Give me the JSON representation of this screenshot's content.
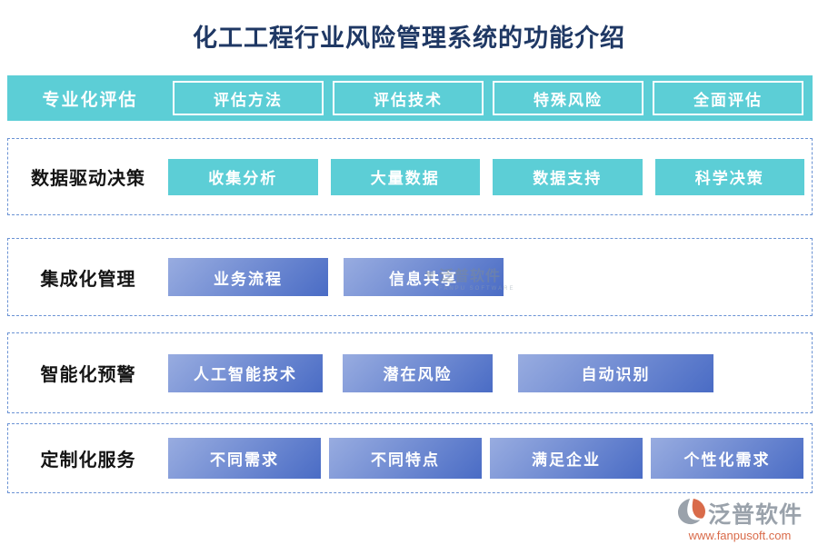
{
  "title": "化工工程行业风险管理系统的功能介绍",
  "banner": {
    "label": "专业化评估",
    "buttons": [
      "评估方法",
      "评估技术",
      "特殊风险",
      "全面评估"
    ]
  },
  "sections": [
    {
      "label": "数据驱动决策",
      "buttons": [
        "收集分析",
        "大量数据",
        "数据支持",
        "科学决策"
      ]
    },
    {
      "label": "集成化管理",
      "buttons": [
        "业务流程",
        "信息共享"
      ]
    },
    {
      "label": "智能化预警",
      "buttons": [
        "人工智能技术",
        "潜在风险",
        "自动识别"
      ]
    },
    {
      "label": "定制化服务",
      "buttons": [
        "不同需求",
        "不同特点",
        "满足企业",
        "个性化需求"
      ]
    }
  ],
  "watermark": {
    "text": "泛普软件",
    "subtext": "FANPU SOFTWARE"
  },
  "footer": {
    "brand": "泛普软件",
    "website": "www.fanpusoft.com"
  },
  "colors": {
    "teal": "#5cced6",
    "button_gradient_start": "#98ace0",
    "button_gradient_end": "#4a6cc5",
    "dashed_border": "#6a92d4",
    "title_text": "#1f3864",
    "section_label_text": "#141414",
    "logo_gray": "#9aa2ab",
    "logo_orange": "#d96b4a"
  }
}
